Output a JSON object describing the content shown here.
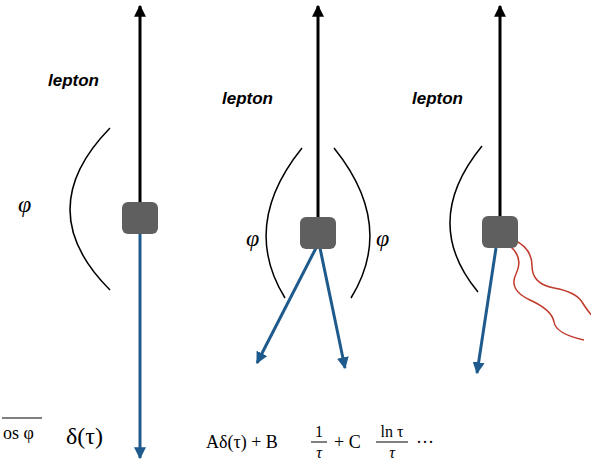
{
  "diagram": {
    "labels": [
      "lepton",
      "lepton",
      "lepton",
      "φ",
      "φ",
      "φ",
      "os φ",
      "δ(τ)",
      "Aδ(τ) + B",
      "1",
      "τ",
      "+ C",
      "ln τ",
      "τ",
      "···"
    ]
  }
}
